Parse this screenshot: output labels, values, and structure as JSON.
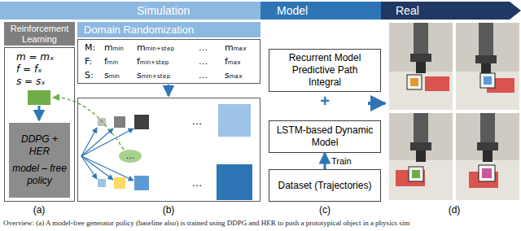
{
  "diagram": {
    "caption": "Overview: (a) A model-free generator policy (baseline also) is trained using DDPG and HER to push a prototypical object in a physics sim",
    "nodes": [
      {
        "text": [
          "Simulation"
        ]
      },
      {
        "text": [
          "Model"
        ]
      },
      {
        "text": [
          "Real"
        ]
      },
      {
        "text": [
          "Reinforcement Learning"
        ]
      },
      {
        "text": [
          "m = mₓ",
          "f = fₓ",
          "s = sₓ"
        ]
      },
      {
        "text": [
          "DDPG + HER",
          "model – free policy"
        ],
        "in": 4
      },
      {
        "text": [
          "Domain Randomization"
        ]
      },
      {
        "text": [
          "M:",
          "mₘᵢₙ",
          "mₘᵢₙ₊ₛₜₑₚ",
          "…",
          "mₘₐₓ",
          "F:",
          "fₘᵢₙ",
          "fₘᵢₙ₊ₛₜₑₚ",
          "…",
          "fₘₐₓ",
          "S:",
          "sₘᵢₙ",
          "sₘᵢₙ₊ₛₜₑₚ",
          "…",
          "sₘₐₓ"
        ]
      },
      {
        "text": [
          "Recurrent Model Predictive Path Integral"
        ]
      },
      {
        "text": [
          "LSTM-based Dynamic Model"
        ]
      },
      {
        "text": [
          "Dataset (Trajectories)"
        ]
      }
    ],
    "edges": [
      {
        "from": 10,
        "to": 9,
        "arrow": "to",
        "label": "Train"
      }
    ],
    "labels": [
      "(a)",
      "(b)",
      "(c)",
      "(d)",
      "+",
      "…",
      "…",
      "…"
    ]
  }
}
